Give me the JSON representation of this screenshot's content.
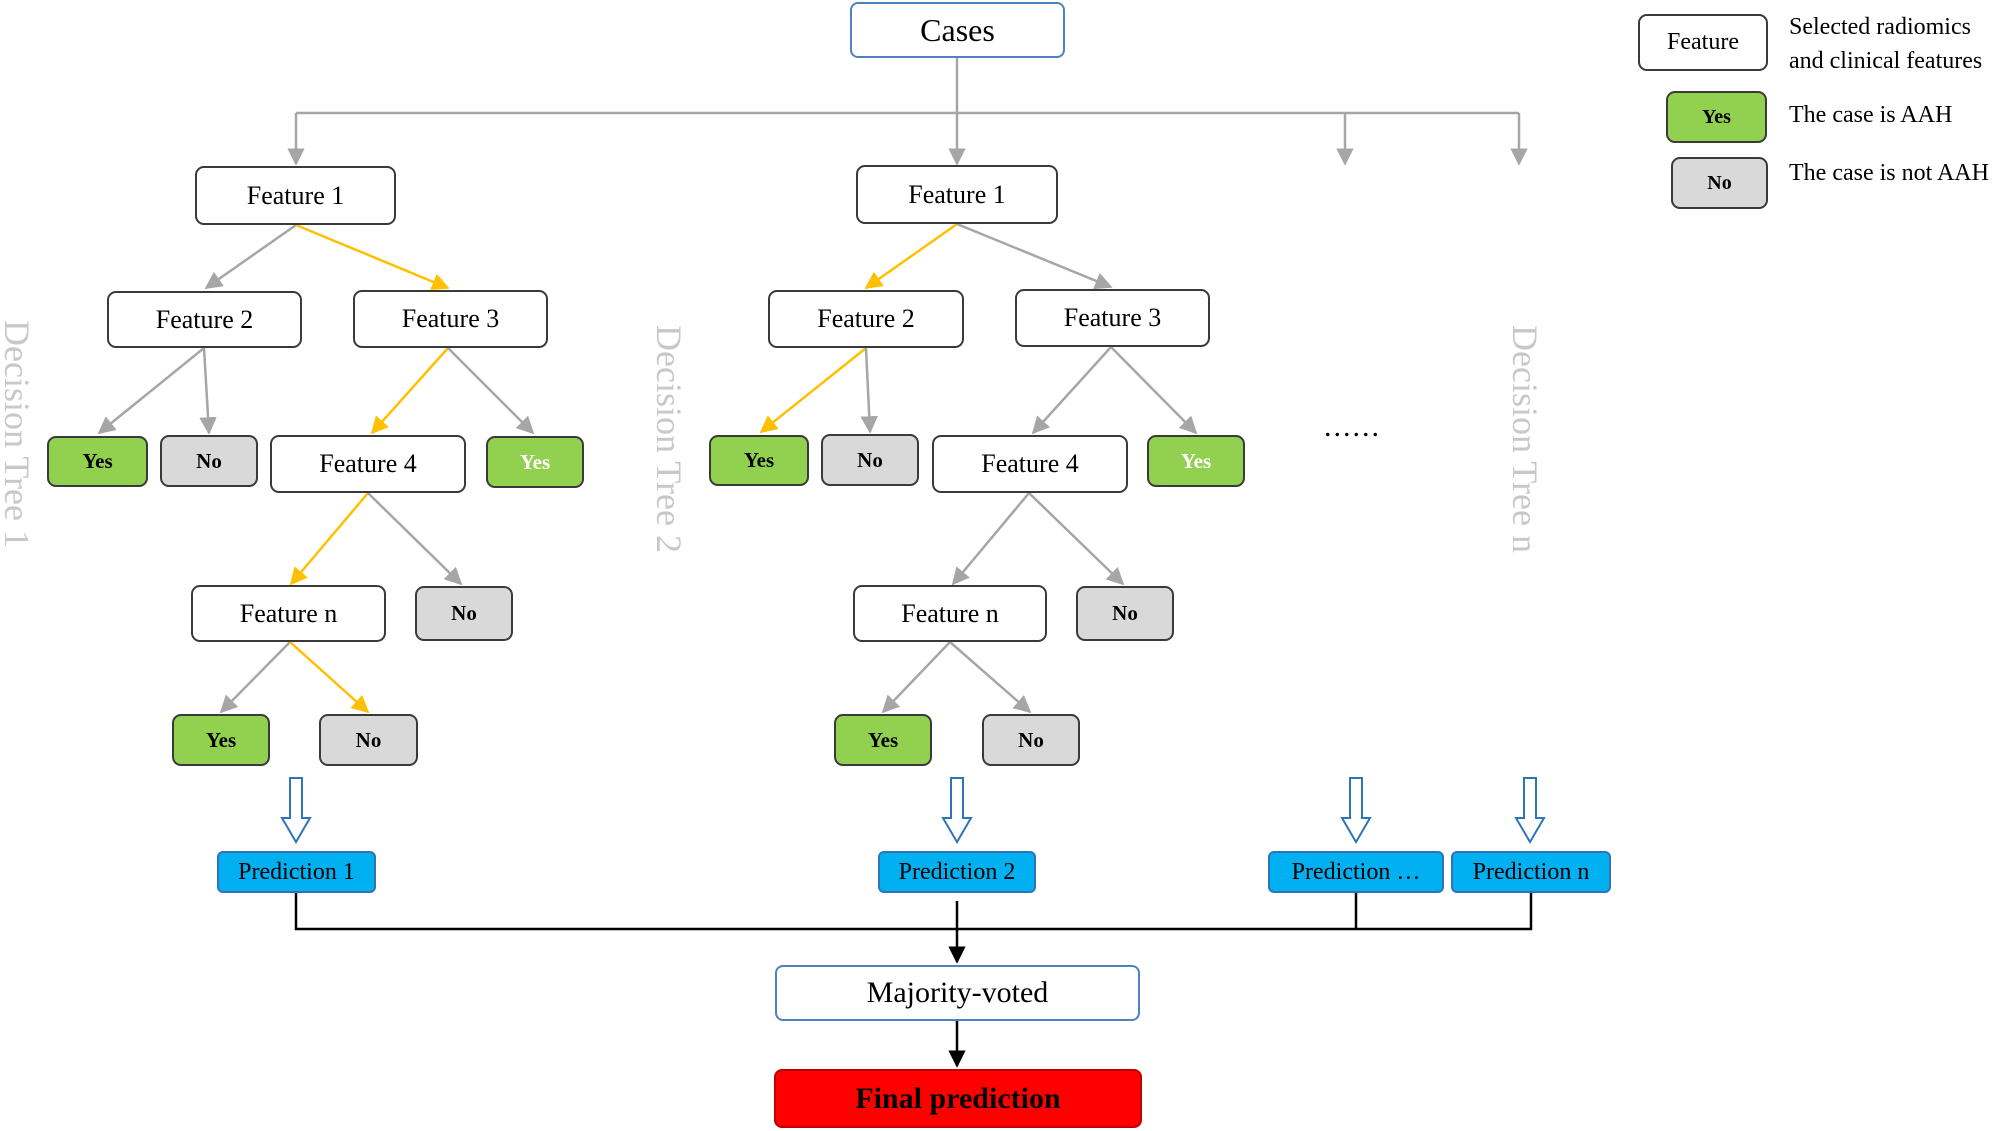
{
  "root": {
    "label": "Cases"
  },
  "trees": [
    {
      "name": "Decision Tree 1",
      "nodes": {
        "f1": "Feature 1",
        "f2": "Feature 2",
        "f3": "Feature 3",
        "f2_yes": "Yes",
        "f2_no": "No",
        "f4": "Feature 4",
        "f3_yes": "Yes",
        "fn": "Feature n",
        "f4_no": "No",
        "fn_yes": "Yes",
        "fn_no": "No"
      },
      "prediction": "Prediction 1"
    },
    {
      "name": "Decision Tree 2",
      "nodes": {
        "f1": "Feature 1",
        "f2": "Feature 2",
        "f3": "Feature 3",
        "f2_yes": "Yes",
        "f2_no": "No",
        "f4": "Feature 4",
        "f3_yes": "Yes",
        "fn": "Feature n",
        "f4_no": "No",
        "fn_yes": "Yes",
        "fn_no": "No"
      },
      "prediction": "Prediction 2"
    },
    {
      "name": "",
      "prediction": "Prediction …"
    },
    {
      "name": "Decision Tree n",
      "prediction": "Prediction n"
    }
  ],
  "ellipsis": "......",
  "aggregation": {
    "label": "Majority-voted"
  },
  "final": {
    "label": "Final prediction"
  },
  "legend": [
    {
      "swatch": "Feature",
      "text_lines": [
        "Selected radiomics",
        "and clinical  features"
      ]
    },
    {
      "swatch": "Yes",
      "text_lines": [
        "The case is AAH"
      ]
    },
    {
      "swatch": "No",
      "text_lines": [
        "The case is not AAH"
      ]
    }
  ],
  "colors": {
    "yes_fill": "#92d050",
    "no_fill": "#d9d9d9",
    "prediction_fill": "#00b0f0",
    "final_fill": "#ff0000",
    "highlight_path": "#ffc000",
    "default_edge": "#a6a6a6",
    "tree_label": "#c8c8c8"
  }
}
